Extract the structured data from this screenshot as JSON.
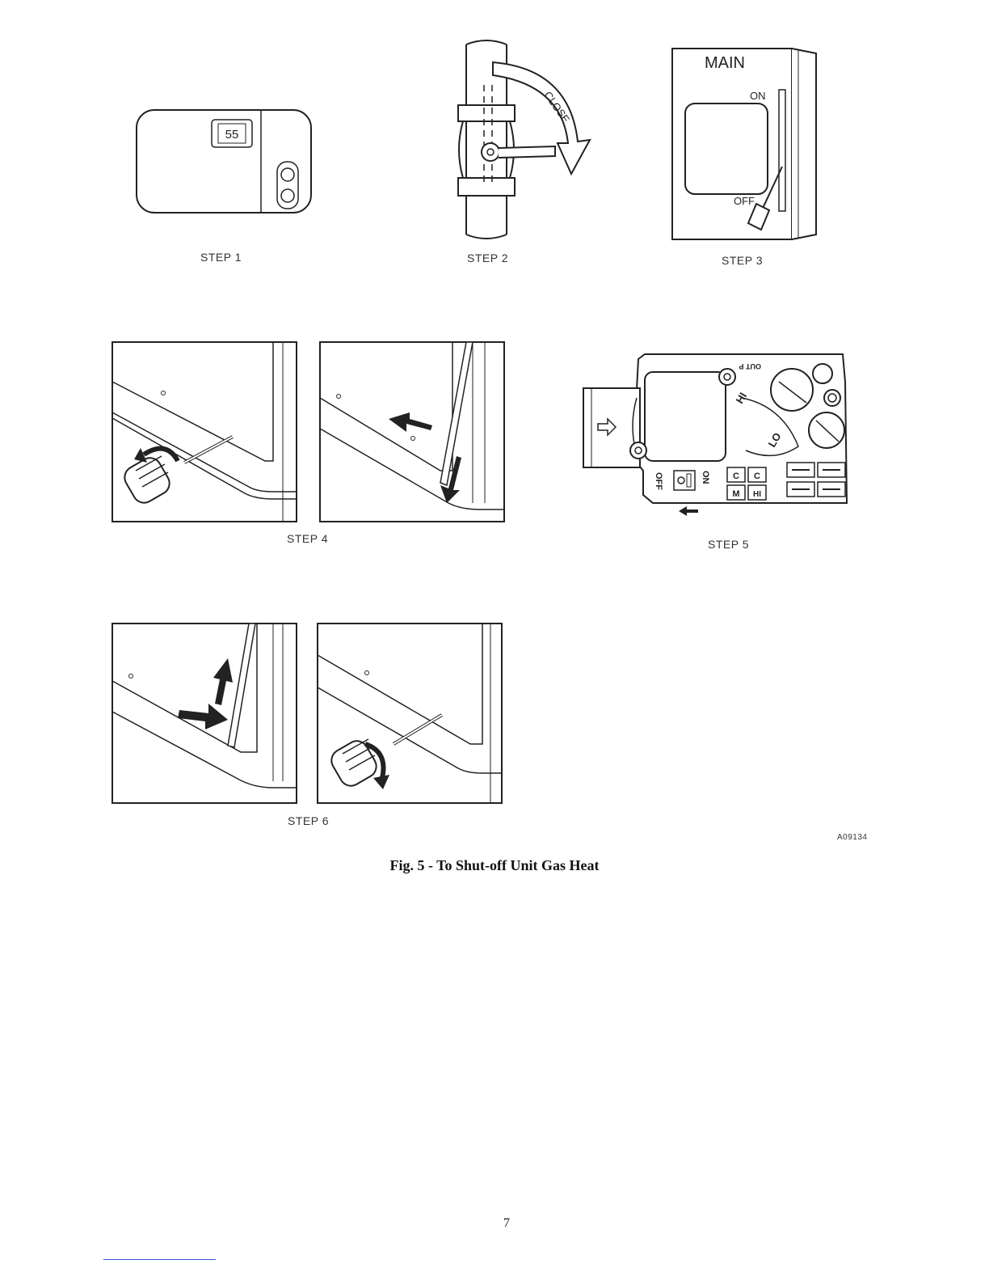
{
  "steps": {
    "step1": {
      "label": "STEP 1",
      "display_value": "55"
    },
    "step2": {
      "label": "STEP 2",
      "arrow_text": "CLOSE"
    },
    "step3": {
      "label": "STEP 3",
      "title": "MAIN",
      "on": "ON",
      "off": "OFF"
    },
    "step4": {
      "label": "STEP 4"
    },
    "step5": {
      "label": "STEP 5",
      "hi": "HI",
      "lo": "LO",
      "off": "OFF",
      "on": "ON",
      "c1": "C",
      "c2": "C",
      "m": "M",
      "hi2": "HI",
      "out": "OUT P"
    },
    "step6": {
      "label": "STEP 6"
    }
  },
  "figure_code": "A09134",
  "caption": "Fig. 5 - To Shut-off Unit Gas Heat",
  "page_number": "7"
}
